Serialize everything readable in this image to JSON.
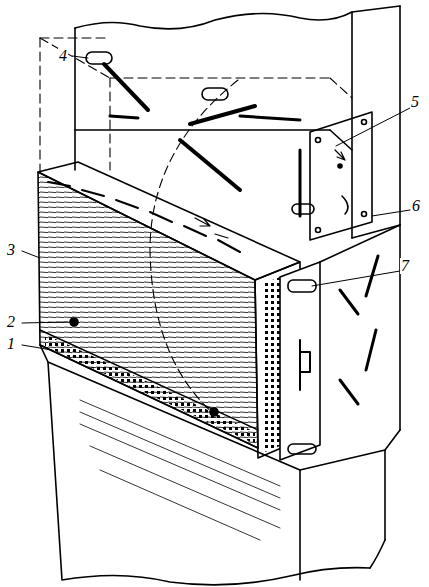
{
  "diagram": {
    "labels": [
      "4",
      "5",
      "6",
      "3",
      "7",
      "2",
      "1"
    ]
  }
}
